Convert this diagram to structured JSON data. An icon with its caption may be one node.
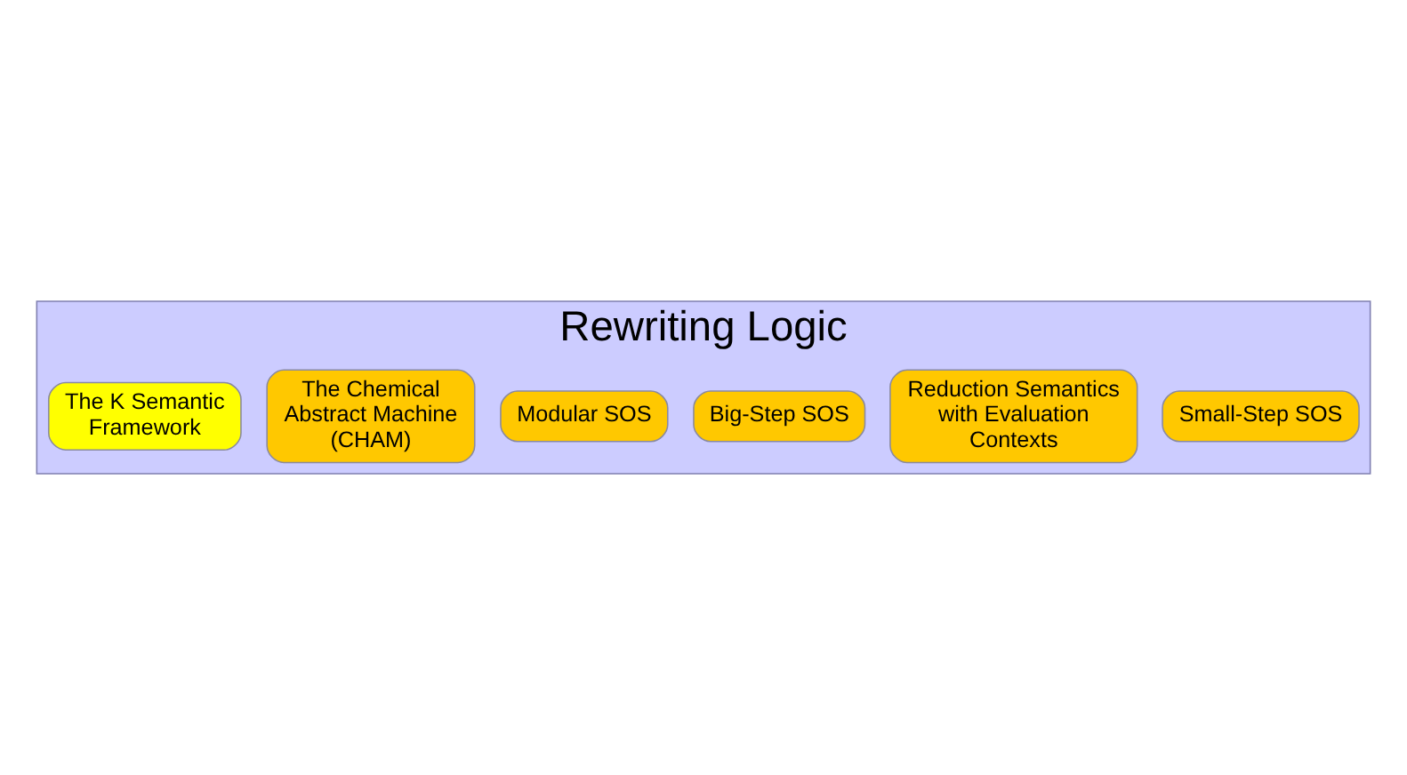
{
  "diagram": {
    "nodes": [
      {
        "text": [
          "Rewriting Logic"
        ]
      },
      {
        "text": [
          "Small-Step SOS"
        ],
        "in": 0
      },
      {
        "text": [
          "Reduction Semantics with Evaluation Contexts"
        ],
        "in": 0
      },
      {
        "text": [
          "Big-Step SOS"
        ],
        "in": 0
      },
      {
        "text": [
          "Modular SOS"
        ],
        "in": 0
      },
      {
        "text": [
          "The Chemical Abstract Machine (CHAM)"
        ],
        "in": 0
      },
      {
        "text": [
          "The K Semantic Framework"
        ],
        "in": 0
      }
    ]
  }
}
